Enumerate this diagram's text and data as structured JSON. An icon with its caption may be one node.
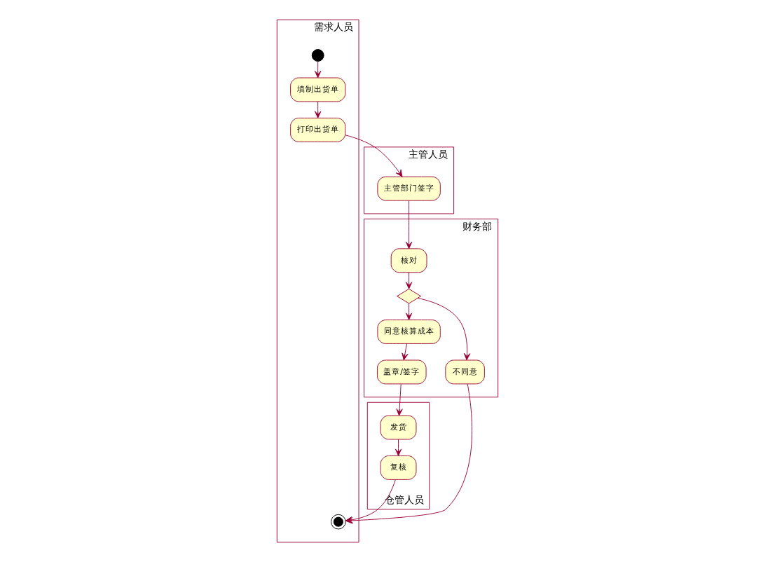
{
  "diagram": {
    "nodes": [
      {
        "text": [
          "需求人员"
        ]
      },
      {
        "text": [
          "主管人员"
        ]
      },
      {
        "text": [
          "财务部"
        ]
      },
      {
        "text": [
          "仓管人员"
        ]
      },
      {
        "text": [],
        "shape": "circle",
        "in": 0
      },
      {
        "text": [
          "填制出货单"
        ],
        "in": 0
      },
      {
        "text": [
          "打印出货单"
        ],
        "in": 0
      },
      {
        "text": [
          "主管部门签字"
        ],
        "in": 1
      },
      {
        "text": [
          "核对"
        ],
        "in": 2
      },
      {
        "text": [],
        "shape": "diamond",
        "in": 2
      },
      {
        "text": [
          "不同意"
        ],
        "in": 2
      },
      {
        "text": [
          "同意核算成本"
        ],
        "in": 2
      },
      {
        "text": [
          "盖章/签字"
        ],
        "in": 2
      },
      {
        "text": [
          "发货"
        ],
        "in": 3
      },
      {
        "text": [
          "复核"
        ],
        "in": 3
      },
      {
        "text": [],
        "shape": "circle",
        "in": 0
      }
    ],
    "edges": [
      {
        "from": 4,
        "to": 5,
        "arrow": "to"
      },
      {
        "from": 5,
        "to": 6,
        "arrow": "to"
      },
      {
        "from": 6,
        "to": 7,
        "arrow": "to"
      },
      {
        "from": 7,
        "to": 8,
        "arrow": "to"
      },
      {
        "from": 8,
        "to": 9,
        "arrow": "to"
      },
      {
        "from": 9,
        "to": 10,
        "arrow": "to"
      },
      {
        "from": 9,
        "to": 11,
        "arrow": "to"
      },
      {
        "from": 11,
        "to": 12,
        "arrow": "to"
      },
      {
        "from": 12,
        "to": 13,
        "arrow": "to"
      },
      {
        "from": 13,
        "to": 14,
        "arrow": "to"
      },
      {
        "from": 10,
        "to": 15,
        "arrow": "to"
      },
      {
        "from": 14,
        "to": 15,
        "arrow": "to"
      }
    ]
  }
}
